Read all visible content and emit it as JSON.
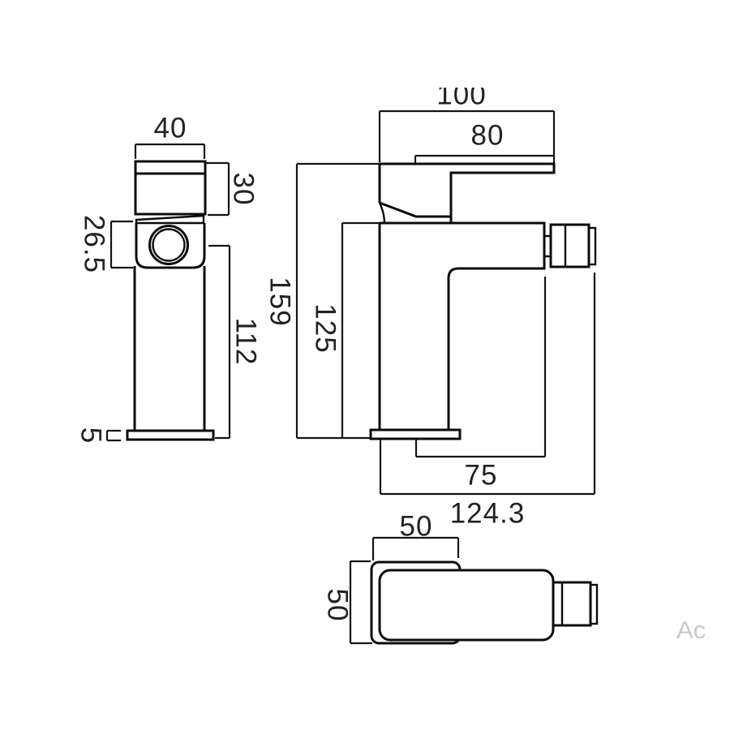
{
  "drawing": {
    "front_view": {
      "top_width": "40",
      "cartridge_height": "30",
      "spout_block_height": "26.5",
      "body_height": "112",
      "base_plate_thickness": "5"
    },
    "side_view": {
      "handle_overall_length": "100",
      "lever_length": "80",
      "overall_height": "159",
      "body_height": "125",
      "spout_projection": "75",
      "overall_projection": "124.3"
    },
    "plan_view": {
      "body_width": "50",
      "body_depth": "50"
    },
    "watermark": "Ac"
  },
  "colors": {
    "background": "#ffffff",
    "object_line": "#0b0b0b",
    "dimension_line": "#141414",
    "label_text": "#222222",
    "watermark_text": "#cacaca"
  }
}
